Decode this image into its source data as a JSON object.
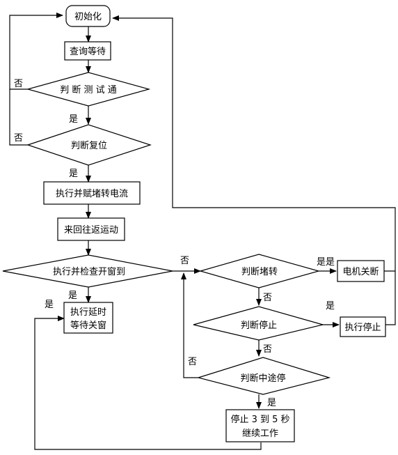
{
  "nodes": {
    "init": "初始化",
    "query_wait": "查询等待",
    "judge_test": "判 断 测 试 通",
    "judge_reset": "判断复位",
    "exec_stall_current": "执行并赋堵转电流",
    "reciprocate": "来回往返运动",
    "exec_check_open": "执行并检查开窗到",
    "exec_delay_line1": "执行延时",
    "exec_delay_line2": "等待关窗",
    "judge_stall": "判断堵转",
    "motor_off": "电机关断",
    "judge_stop": "判断停止",
    "exec_stop": "执行停止",
    "judge_midway": "判断中途停",
    "pause_line1": "停止 3 到 5 秒",
    "pause_line2": "继续工作"
  },
  "edge_labels": {
    "yes": "是",
    "no": "否",
    "stall_yes": "是是"
  }
}
